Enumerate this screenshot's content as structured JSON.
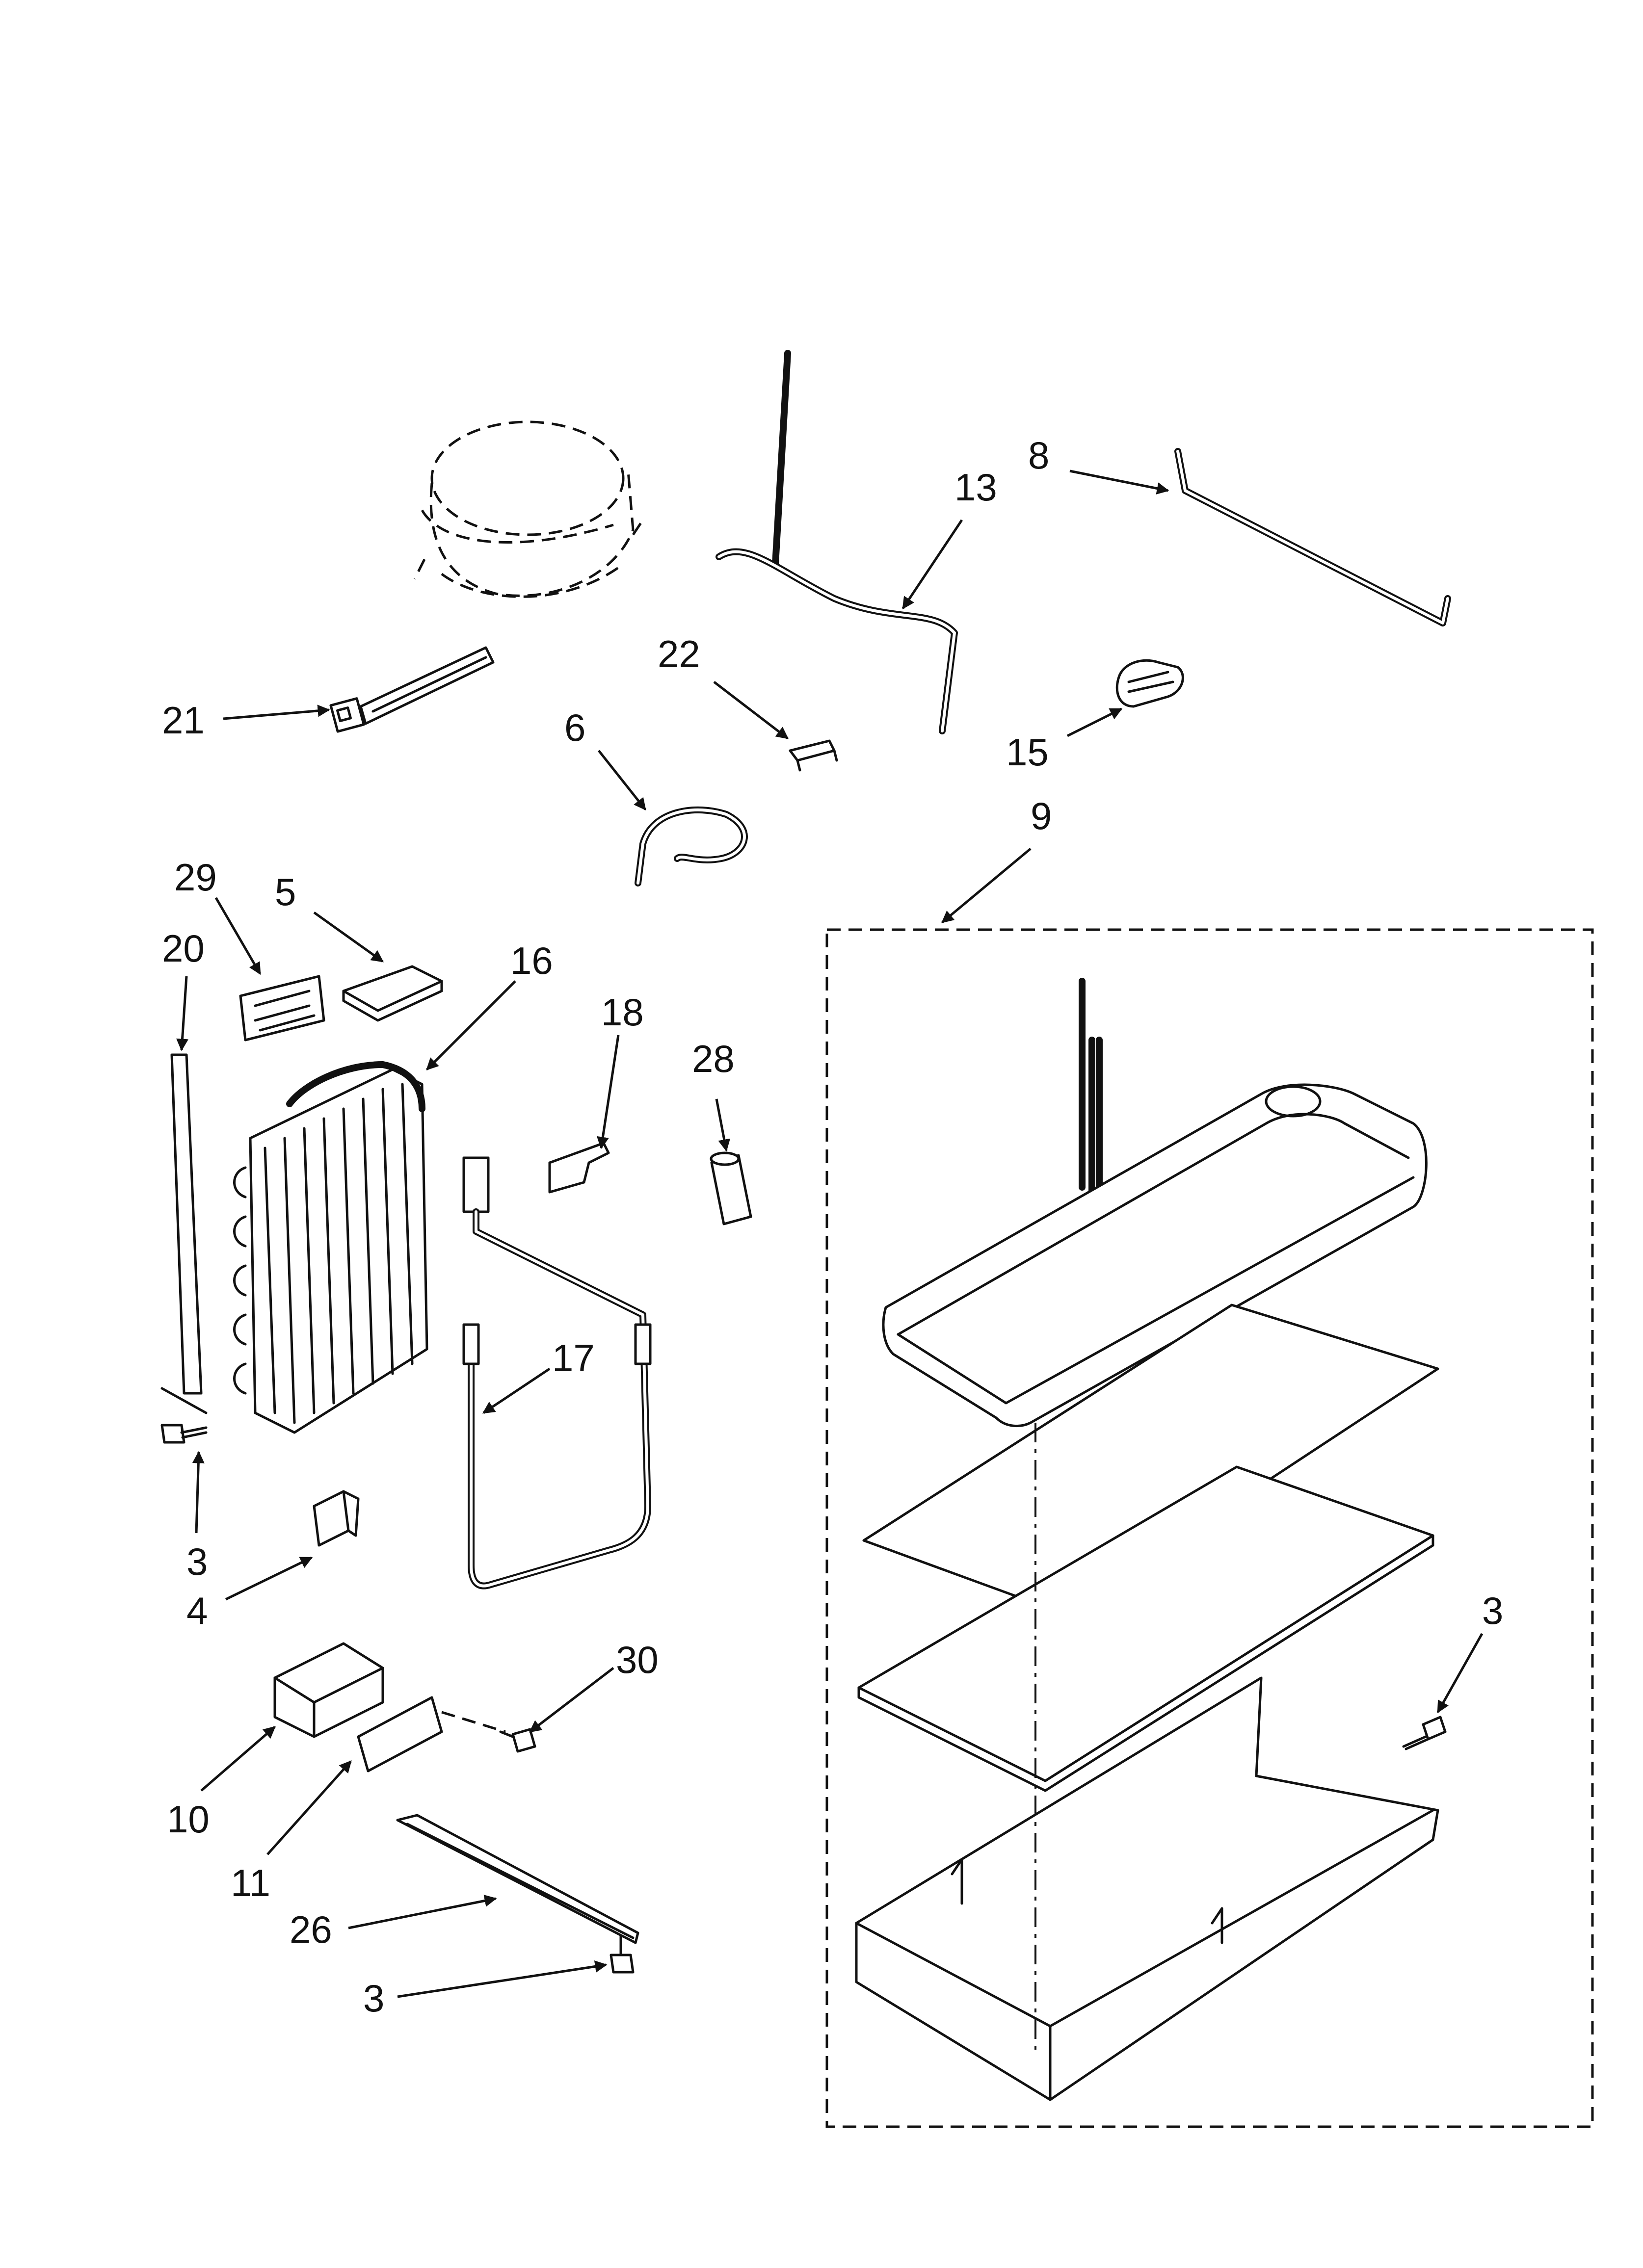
{
  "callouts": {
    "c8": "8",
    "c13": "13",
    "c21": "21",
    "c22": "22",
    "c6": "6",
    "c15": "15",
    "c9": "9",
    "c29": "29",
    "c5": "5",
    "c20": "20",
    "c16": "16",
    "c18": "18",
    "c28": "28",
    "c17": "17",
    "c3a": "3",
    "c4": "4",
    "c30": "30",
    "c10": "10",
    "c11": "11",
    "c26": "26",
    "c3b": "3",
    "c3c": "3"
  }
}
